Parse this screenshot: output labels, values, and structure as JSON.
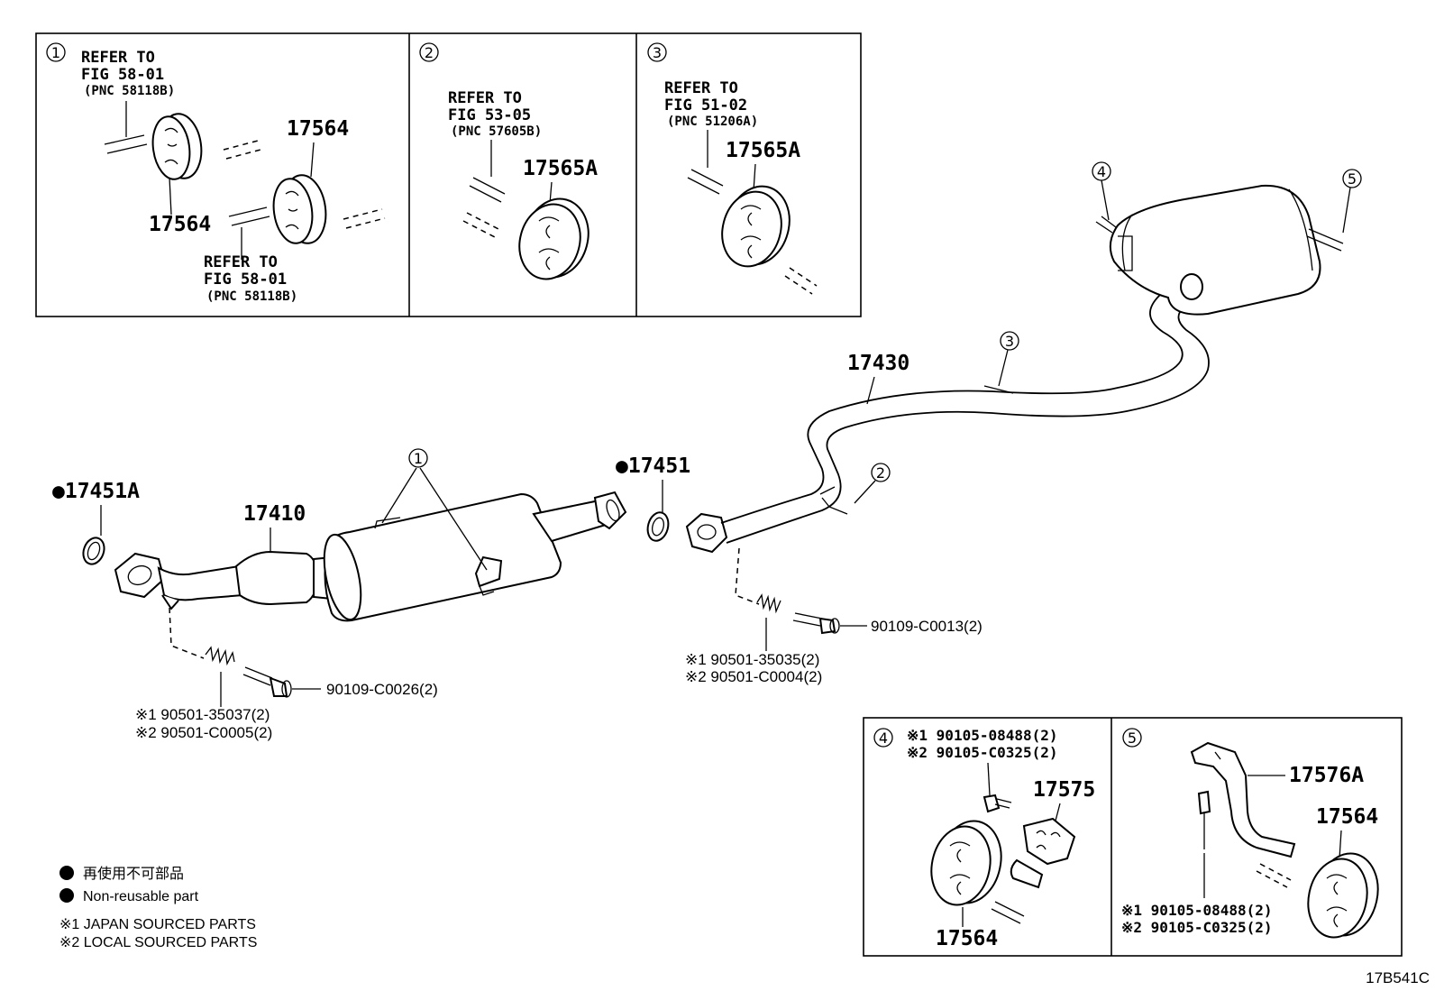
{
  "boxes": {
    "box1": {
      "num": "1",
      "ref_top": [
        "REFER TO",
        "FIG 58-01",
        "(PNC 58118B)"
      ],
      "ref_bottom": [
        "REFER TO",
        "FIG 58-01",
        "(PNC 58118B)"
      ],
      "part_a": "17564",
      "part_b": "17564"
    },
    "box2": {
      "num": "2",
      "ref": [
        "REFER TO",
        "FIG 53-05",
        "(PNC 57605B)"
      ],
      "part": "17565A"
    },
    "box3": {
      "num": "3",
      "ref": [
        "REFER TO",
        "FIG 51-02",
        "(PNC 51206A)"
      ],
      "part": "17565A"
    },
    "box4": {
      "num": "4",
      "bolt1": "※1  90105-08488(2)",
      "bolt2": "※2  90105-C0325(2)",
      "bracket": "17575",
      "hanger": "17564"
    },
    "box5": {
      "num": "5",
      "bracket": "17576A",
      "hanger": "17564",
      "bolt1": "※1  90105-08488(2)",
      "bolt2": "※2  90105-C0325(2)"
    }
  },
  "main": {
    "gasket_front": "●17451A",
    "converter": "17410",
    "gasket_mid": "●17451",
    "tailpipe": "17430",
    "bolt_front": "90109-C0026(2)",
    "spring_front_1": "※1 90501-35037(2)",
    "spring_front_2": "※2 90501-C0005(2)",
    "bolt_rear": "90109-C0013(2)",
    "spring_rear_1": "※1 90501-35035(2)",
    "spring_rear_2": "※2 90501-C0004(2)",
    "callout_1": "1",
    "callout_2": "2",
    "callout_3": "3",
    "callout_4": "4",
    "callout_5": "5"
  },
  "legend": {
    "jp_label": "再使用不可部品",
    "en_label": "Non-reusable part",
    "note1": "※1  JAPAN SOURCED PARTS",
    "note2": "※2  LOCAL SOURCED PARTS"
  },
  "figure_code": "17B541C"
}
